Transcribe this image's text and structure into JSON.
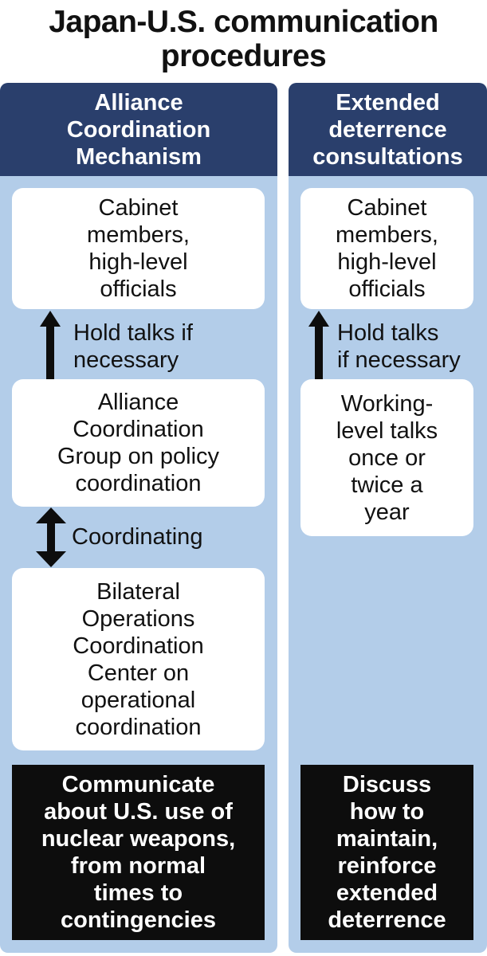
{
  "title": {
    "line1": "Japan-U.S. communication",
    "line2": "procedures"
  },
  "left": {
    "header": [
      "Alliance",
      "Coordination",
      "Mechanism"
    ],
    "box1": [
      "Cabinet",
      "members,",
      "high-level",
      "officials"
    ],
    "connector1": [
      "Hold talks if",
      "necessary"
    ],
    "box2": [
      "Alliance",
      "Coordination",
      "Group on policy",
      "coordination"
    ],
    "connector2": [
      "Coordinating"
    ],
    "box3": [
      "Bilateral",
      "Operations",
      "Coordination",
      "Center on",
      "operational",
      "coordination"
    ],
    "footer": [
      "Communicate",
      "about U.S. use of",
      "nuclear weapons,",
      "from normal",
      "times to",
      "contingencies"
    ]
  },
  "right": {
    "header": [
      "Extended",
      "deterrence",
      "consultations"
    ],
    "box1": [
      "Cabinet",
      "members,",
      "high-level",
      "officials"
    ],
    "connector1": [
      "Hold talks",
      "if necessary"
    ],
    "box2": [
      "Working-",
      "level talks",
      "once or",
      "twice a",
      "year"
    ],
    "footer": [
      "Discuss",
      "how to",
      "maintain,",
      "reinforce",
      "extended",
      "deterrence"
    ]
  },
  "colors": {
    "column_background": "#b3cde9",
    "header_background": "#2a3f6c",
    "footer_background": "#0d0d0d",
    "box_background": "#ffffff"
  },
  "icons": {
    "up_arrow": "arrow-up-icon",
    "double_arrow": "arrow-up-down-icon"
  }
}
